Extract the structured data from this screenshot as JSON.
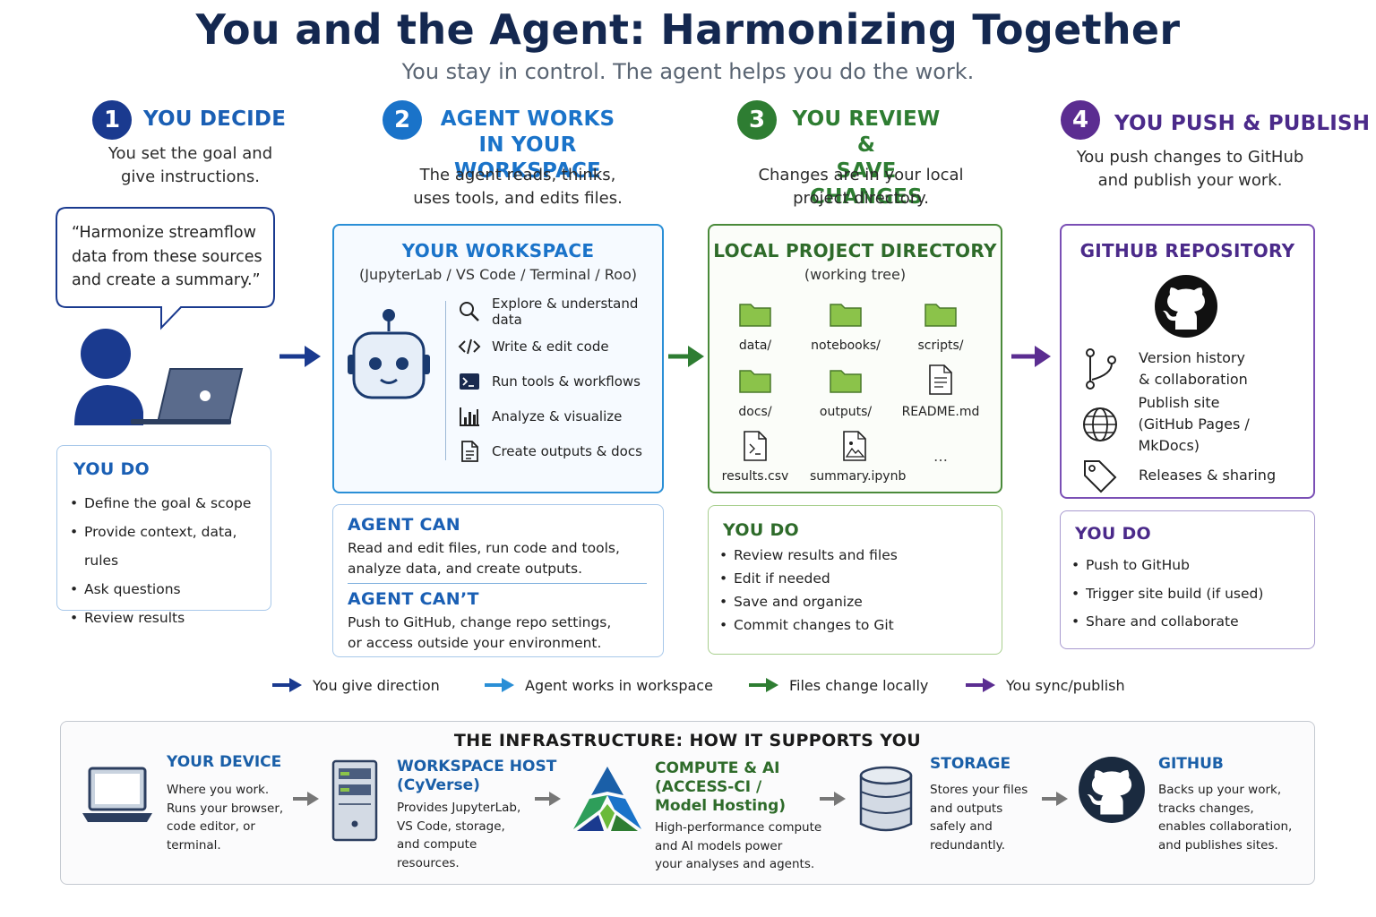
{
  "title": "You and the Agent: Harmonizing Together",
  "subtitle": "You stay in control. The agent helps you do the work.",
  "colors": {
    "navy": "#1a3a8f",
    "blue": "#1a73c9",
    "green": "#2e7d32",
    "purple": "#5b2d91",
    "infra_blue": "#1a5fa8"
  },
  "steps": [
    {
      "num": "1",
      "heading": "YOU DECIDE",
      "desc": "You set the goal and give instructions."
    },
    {
      "num": "2",
      "heading_line1": "AGENT WORKS",
      "heading_line2": "IN YOUR WORKSPACE",
      "desc_line1": "The agent reads, thinks,",
      "desc_line2": "uses tools, and edits files."
    },
    {
      "num": "3",
      "heading_line1": "YOU REVIEW &",
      "heading_line2": "SAVE CHANGES",
      "desc_line1": "Changes are in your local",
      "desc_line2": "project directory."
    },
    {
      "num": "4",
      "heading": "YOU PUSH & PUBLISH",
      "desc_line1": "You push changes to GitHub",
      "desc_line2": "and publish your work."
    }
  ],
  "step1": {
    "desc_line1": "You set the goal and",
    "desc_line2": "give instructions."
  },
  "speech": {
    "line1": "“Harmonize streamflow",
    "line2": "data from these sources",
    "line3": "and create a summary.”"
  },
  "you_do_1": {
    "heading": "YOU DO",
    "items": [
      "Define the goal & scope",
      "Provide context, data, rules",
      "Ask questions",
      "Review results"
    ]
  },
  "workspace": {
    "heading": "YOUR WORKSPACE",
    "sub": "(JupyterLab / VS Code / Terminal / Roo)",
    "features": [
      {
        "icon": "search-icon",
        "label": "Explore & understand data"
      },
      {
        "icon": "code-icon",
        "label": "Write & edit code"
      },
      {
        "icon": "terminal-icon",
        "label": "Run tools & workflows"
      },
      {
        "icon": "bar-chart-icon",
        "label": "Analyze & visualize"
      },
      {
        "icon": "document-icon",
        "label": "Create outputs & docs"
      }
    ]
  },
  "agent_can": {
    "heading": "AGENT CAN",
    "line1": "Read and edit files, run code and tools,",
    "line2": "analyze data, and create outputs."
  },
  "agent_cant": {
    "heading": "AGENT CAN’T",
    "line1": "Push to GitHub, change repo settings,",
    "line2": "or access outside your environment."
  },
  "local_dir": {
    "heading": "LOCAL PROJECT DIRECTORY",
    "sub": "(working tree)",
    "files": [
      {
        "type": "folder",
        "label": "data/"
      },
      {
        "type": "folder",
        "label": "notebooks/"
      },
      {
        "type": "folder",
        "label": "scripts/"
      },
      {
        "type": "folder",
        "label": "docs/"
      },
      {
        "type": "folder",
        "label": "outputs/"
      },
      {
        "type": "doc",
        "label": "README.md"
      },
      {
        "type": "terminal-file",
        "label": "results.csv"
      },
      {
        "type": "image-file",
        "label": "summary.ipynb"
      },
      {
        "type": "more",
        "label": "…"
      }
    ]
  },
  "you_do_3": {
    "heading": "YOU DO",
    "items": [
      "Review results and files",
      "Edit if needed",
      "Save and organize",
      "Commit changes to Git"
    ]
  },
  "github_repo": {
    "heading": "GITHUB REPOSITORY",
    "items": [
      {
        "icon": "branch-icon",
        "line1": "Version history",
        "line2": "& collaboration"
      },
      {
        "icon": "globe-icon",
        "line1": "Publish site",
        "line2": "(GitHub Pages / MkDocs)"
      },
      {
        "icon": "tag-icon",
        "line1": "Releases & sharing",
        "line2": ""
      }
    ]
  },
  "you_do_4": {
    "heading": "YOU DO",
    "items": [
      "Push to GitHub",
      "Trigger site build (if used)",
      "Share and collaborate"
    ]
  },
  "legend": [
    {
      "color": "#1a3a8f",
      "label": "You give direction"
    },
    {
      "color": "#2a8fd6",
      "label": "Agent works in workspace"
    },
    {
      "color": "#2e7d32",
      "label": "Files change locally"
    },
    {
      "color": "#5b2d91",
      "label": "You sync/publish"
    }
  ],
  "infra": {
    "heading": "THE INFRASTRUCTURE: HOW IT SUPPORTS YOU",
    "items": [
      {
        "icon": "laptop-icon",
        "heading_lines": [
          "YOUR DEVICE"
        ],
        "desc_lines": [
          "Where you work.",
          "Runs your browser,",
          "code editor, or",
          "terminal."
        ]
      },
      {
        "icon": "server-icon",
        "heading_lines": [
          "WORKSPACE HOST",
          "(CyVerse)"
        ],
        "desc_lines": [
          "Provides JupyterLab,",
          "VS Code, storage,",
          "and compute",
          "resources."
        ]
      },
      {
        "icon": "access-logo-icon",
        "heading_lines": [
          "COMPUTE & AI",
          "(ACCESS-CI /",
          "Model Hosting)"
        ],
        "desc_lines": [
          "High-performance compute",
          "and AI models power",
          "your analyses and agents."
        ]
      },
      {
        "icon": "database-icon",
        "heading_lines": [
          "STORAGE"
        ],
        "desc_lines": [
          "Stores your files",
          "and outputs",
          "safely and",
          "redundantly."
        ]
      },
      {
        "icon": "github-icon",
        "heading_lines": [
          "GITHUB"
        ],
        "desc_lines": [
          "Backs up your work,",
          "tracks changes,",
          "enables collaboration,",
          "and publishes sites."
        ]
      }
    ]
  }
}
